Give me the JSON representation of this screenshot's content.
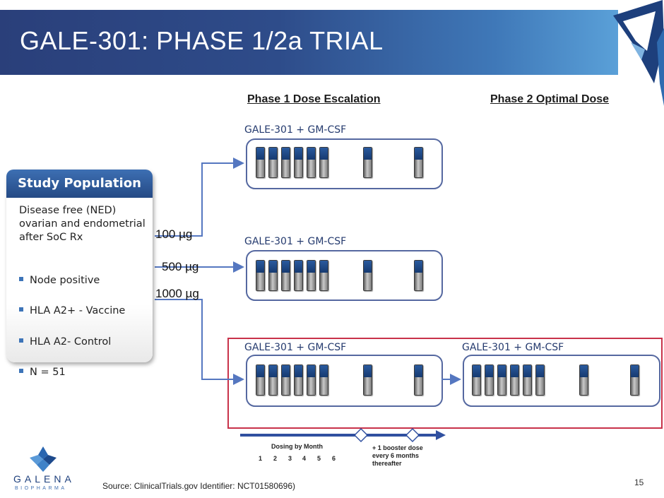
{
  "slide": {
    "title": "GALE-301: PHASE 1/2a TRIAL",
    "page_number": "15",
    "source": "Source: ClinicalTrials.gov Identifier: NCT01580696)"
  },
  "phases": {
    "phase1": "Phase 1 Dose Escalation",
    "phase2": "Phase 2 Optimal  Dose"
  },
  "arms": {
    "label": "GALE-301 + GM-CSF",
    "doses": [
      "100 µg",
      "500 µg",
      "1000 µg"
    ]
  },
  "study_population": {
    "header": "Study Population",
    "description": "Disease free (NED) ovarian and endometrial after SoC Rx",
    "bullets": [
      "Node positive",
      "HLA  A2+ - Vaccine",
      "HLA A2- Control",
      "N = 51"
    ]
  },
  "timeline": {
    "label": "Dosing by Month",
    "months": [
      "1",
      "2",
      "3",
      "4",
      "5",
      "6"
    ],
    "booster_note": "+ 1 booster dose every 6 months thereafter"
  },
  "logo": {
    "name": "GALENA",
    "sub": "BIOPHARMA"
  },
  "colors": {
    "title_bar": "#2e4c8a",
    "arrow": "#5577c0",
    "box_border": "#5568a0",
    "highlight": "#c8324a",
    "timeline": "#3050a0"
  }
}
